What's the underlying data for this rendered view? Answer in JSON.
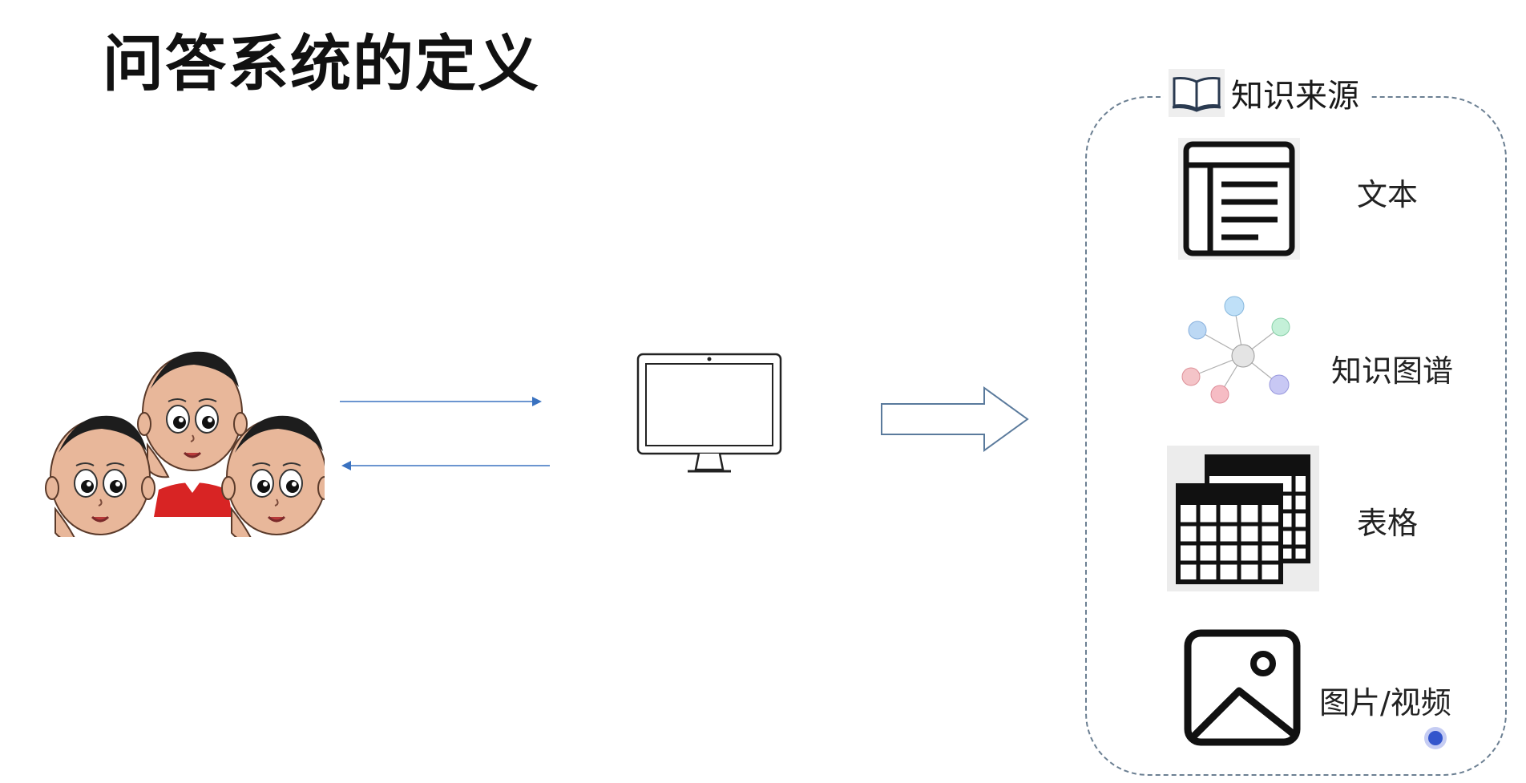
{
  "title": "问答系统的定义",
  "knowledge_source": {
    "title": "知识来源",
    "items": [
      {
        "label": "文本",
        "icon": "text-document-icon"
      },
      {
        "label": "知识图谱",
        "icon": "knowledge-graph-icon"
      },
      {
        "label": "表格",
        "icon": "table-icon"
      },
      {
        "label": "图片/视频",
        "icon": "image-icon"
      }
    ]
  },
  "icons": {
    "users": "cartoon-kid-avatars",
    "computer": "monitor-icon",
    "flow": "right-block-arrow-icon",
    "book": "open-book-icon"
  },
  "colors": {
    "arrow": "#3a72c0",
    "border": "#6b7f92",
    "kid_shirt": "#d82424",
    "kid_skin": "#e8b79a"
  }
}
